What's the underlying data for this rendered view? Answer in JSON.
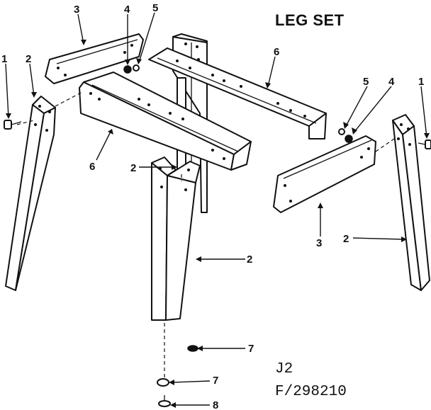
{
  "title": "LEG SET",
  "figure_code": "J2",
  "part_number": "F/298210",
  "callouts": {
    "c1_left": "1",
    "c2_left": "2",
    "c3_top": "3",
    "c4_top": "4",
    "c5_top": "5",
    "c6_top": "6",
    "c6_left": "6",
    "c2_center": "2",
    "c5_right": "5",
    "c4_right": "4",
    "c1_right": "1",
    "c3_bottom": "3",
    "c2_front": "2",
    "c2_right": "2",
    "c7_upper": "7",
    "c7_lower": "7",
    "c8": "8"
  }
}
